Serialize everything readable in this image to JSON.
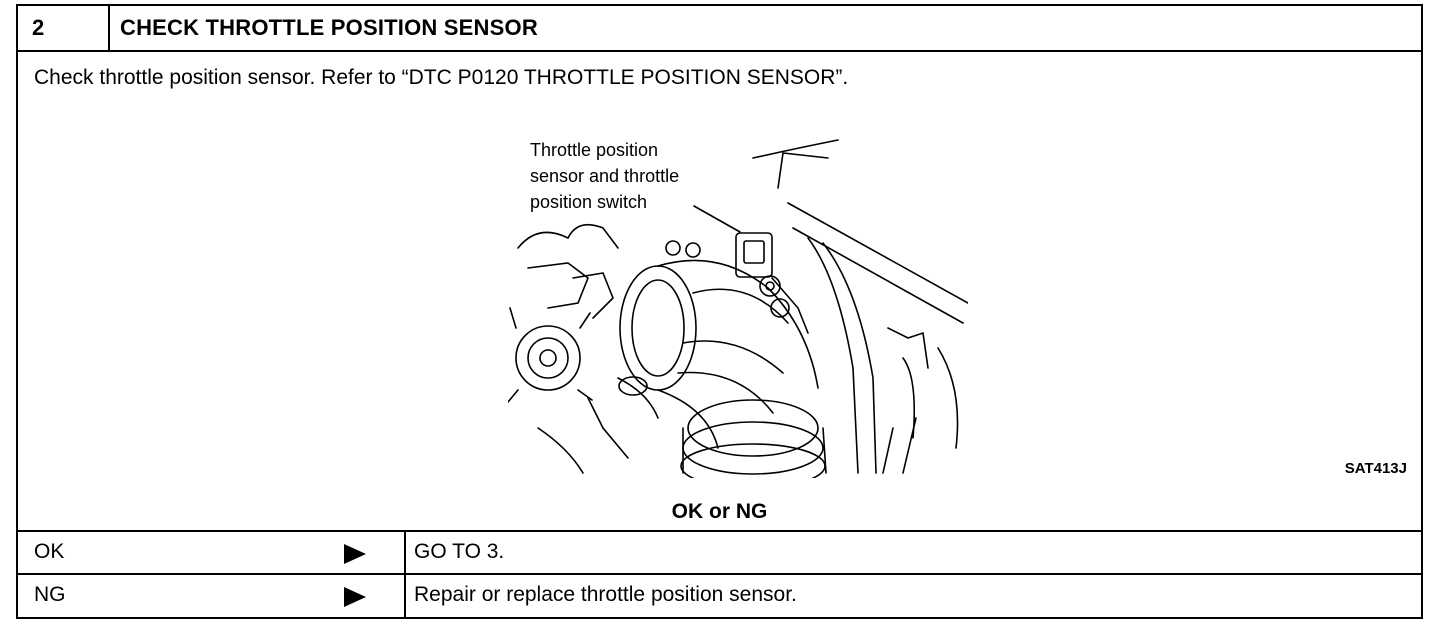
{
  "step": {
    "number": "2",
    "title": "CHECK THROTTLE POSITION SENSOR"
  },
  "instruction": "Check throttle position sensor. Refer to “DTC P0120 THROTTLE POSITION SENSOR”.",
  "figure": {
    "callout_line1": "Throttle position",
    "callout_line2": "sensor and throttle",
    "callout_line3": "position switch",
    "code": "SAT413J"
  },
  "question": "OK or NG",
  "results": [
    {
      "label": "OK",
      "action": "GO TO 3."
    },
    {
      "label": "NG",
      "action": "Repair or replace throttle position sensor."
    }
  ]
}
